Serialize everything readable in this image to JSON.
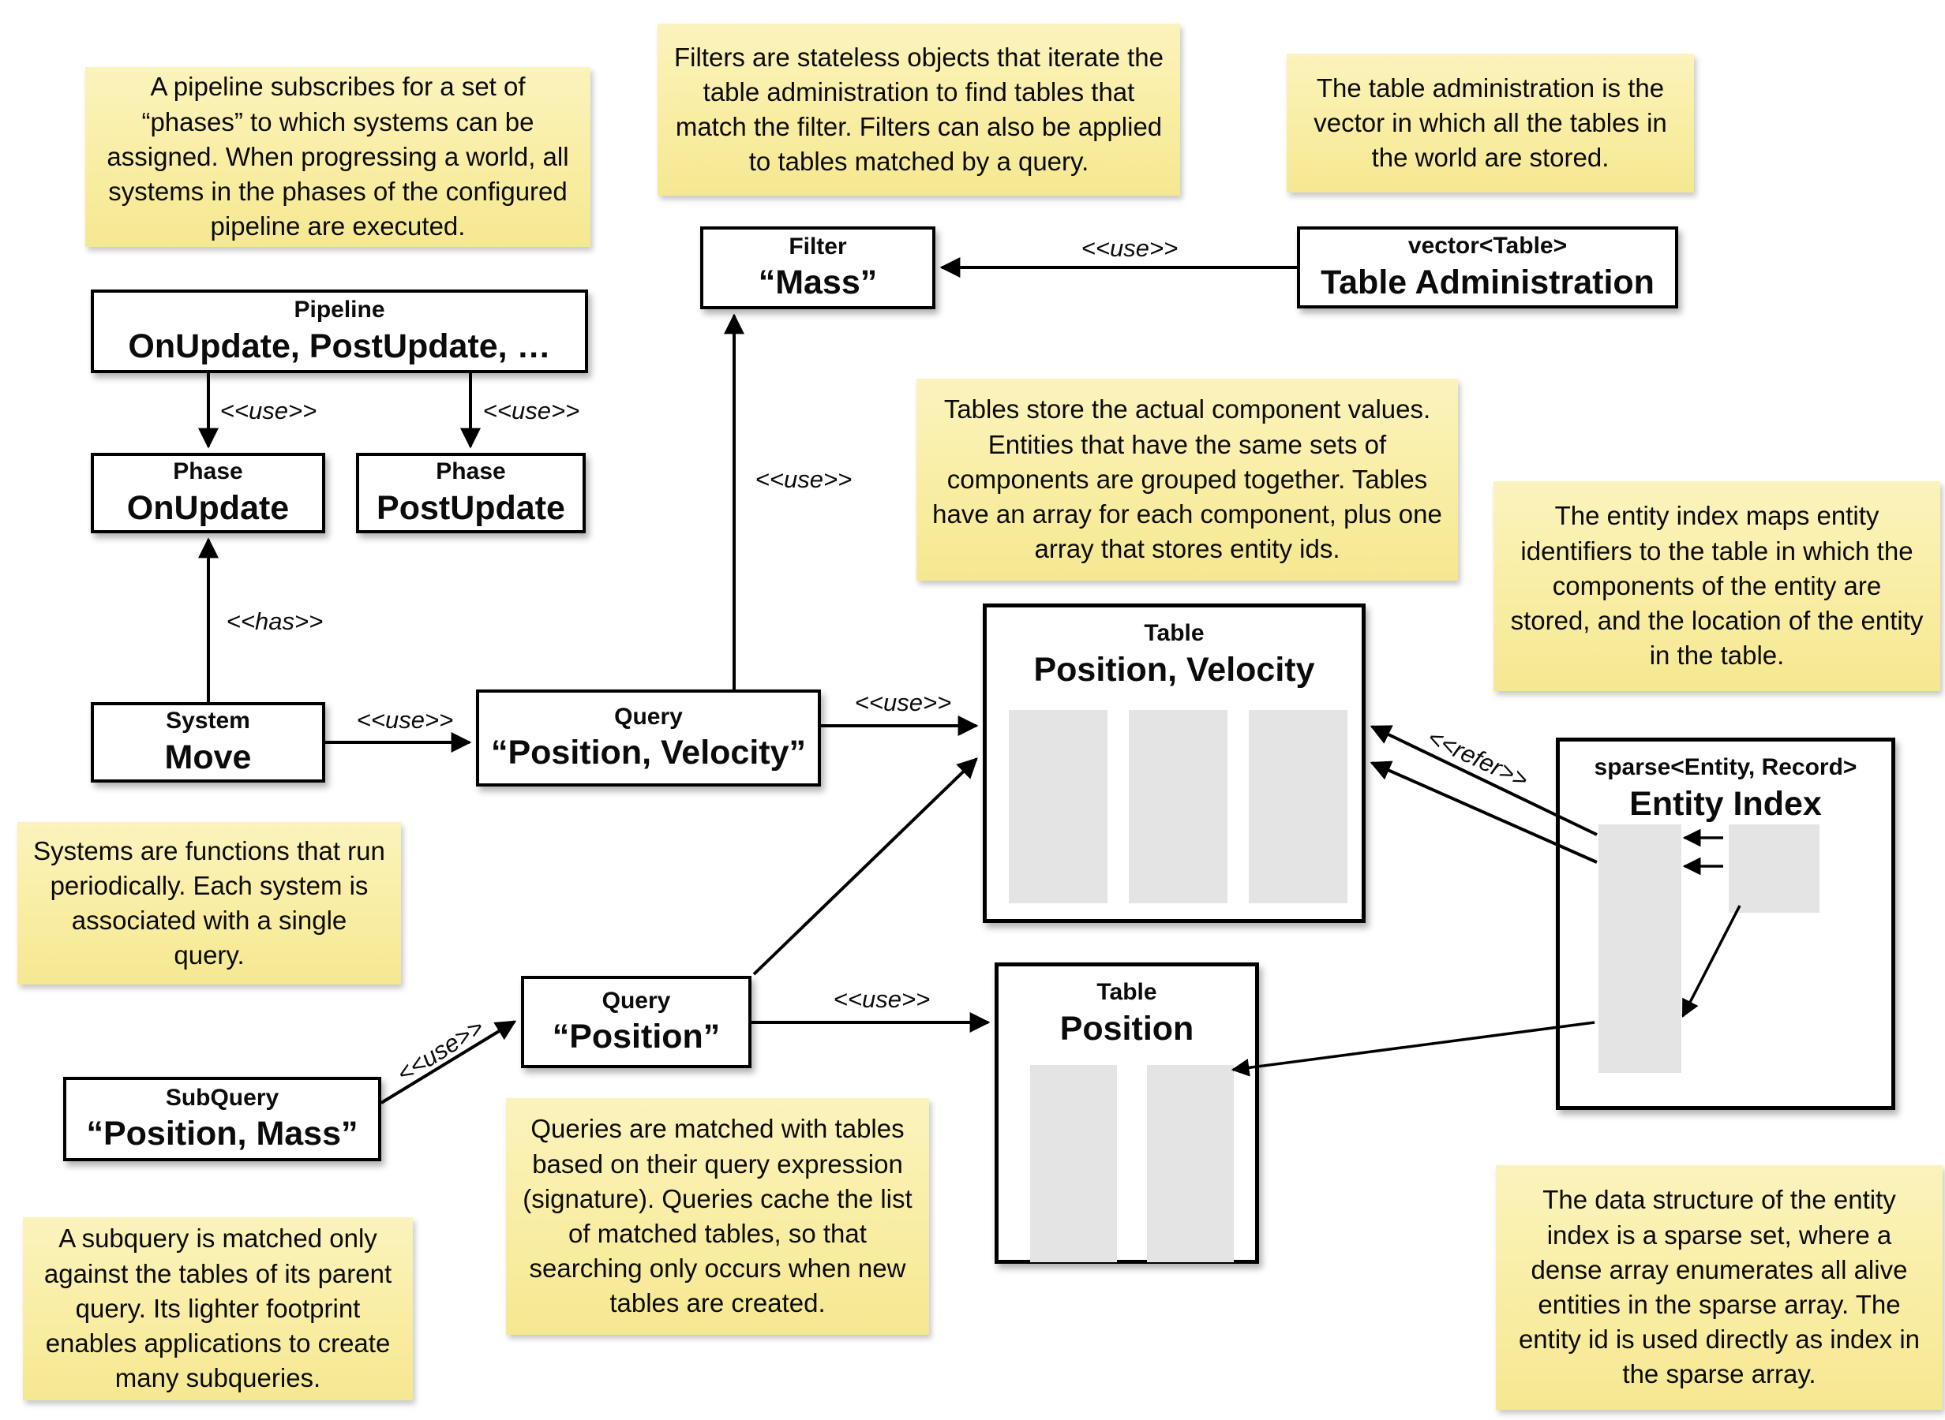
{
  "notes": {
    "pipeline": "A pipeline subscribes for a set of “phases” to which systems can be assigned. When progressing a world, all systems in the phases of the configured pipeline are executed.",
    "filters": "Filters are stateless objects that iterate the table administration to find tables that match the filter. Filters can also be applied to tables matched by a query.",
    "table_admin": "The table administration is the vector in which all the tables in the world are stored.",
    "tables": "Tables store the actual component values. Entities that have the same sets of components are grouped together. Tables have an array for each component, plus one array that stores entity ids.",
    "entity_index": "The entity index maps entity identifiers to the table in which the components of the entity are stored, and the location of the entity in the table.",
    "systems": "Systems are functions that run periodically. Each system is associated with a single query.",
    "queries": "Queries are matched with tables based on their query expression (signature). Queries cache the list of matched tables, so that searching only occurs when new tables are created.",
    "subquery": "A subquery is matched only against the tables of its parent query. Its lighter footprint enables applications to create many subqueries.",
    "sparse_set": "The data structure of the entity index is a sparse set, where a dense array enumerates all alive entities in the sparse array. The entity id is used directly as index in the sparse array."
  },
  "boxes": {
    "pipeline": {
      "title": "Pipeline",
      "value": "OnUpdate, PostUpdate, …"
    },
    "phase_onupdate": {
      "title": "Phase",
      "value": "OnUpdate"
    },
    "phase_postupdate": {
      "title": "Phase",
      "value": "PostUpdate"
    },
    "system_move": {
      "title": "System",
      "value": "Move"
    },
    "query_pv": {
      "title": "Query",
      "value": "“Position, Velocity”"
    },
    "filter_mass": {
      "title": "Filter",
      "value": "“Mass”"
    },
    "table_admin": {
      "title": "vector<Table>",
      "value": "Table Administration"
    },
    "table_pv": {
      "title": "Table",
      "value": "Position, Velocity"
    },
    "table_position": {
      "title": "Table",
      "value": "Position"
    },
    "entity_index": {
      "title": "sparse<Entity, Record>",
      "value": "Entity Index"
    },
    "query_position": {
      "title": "Query",
      "value": "“Position”"
    },
    "subquery": {
      "title": "SubQuery",
      "value": "“Position, Mass”"
    }
  },
  "labels": {
    "use": "<<use>>",
    "has": "<<has>>",
    "refer": "<<refer>>"
  },
  "colors": {
    "note_bg": "#f8eda2",
    "box_bg": "#ffffff",
    "line": "#000000",
    "array_fill": "#e4e4e4"
  }
}
